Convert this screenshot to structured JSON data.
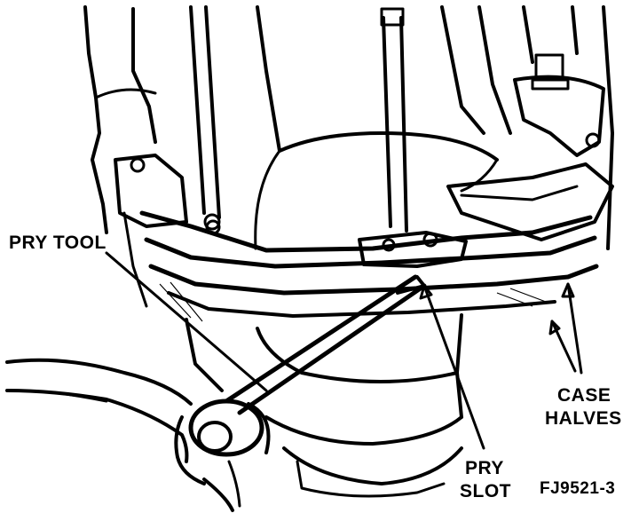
{
  "labels": {
    "pry_tool": "PRY TOOL",
    "case_halves_line1": "CASE",
    "case_halves_line2": "HALVES",
    "pry_slot_line1": "PRY",
    "pry_slot_line2": "SLOT",
    "figure_id": "FJ9521-3"
  },
  "colors": {
    "ink": "#000000",
    "paper": "#ffffff"
  }
}
